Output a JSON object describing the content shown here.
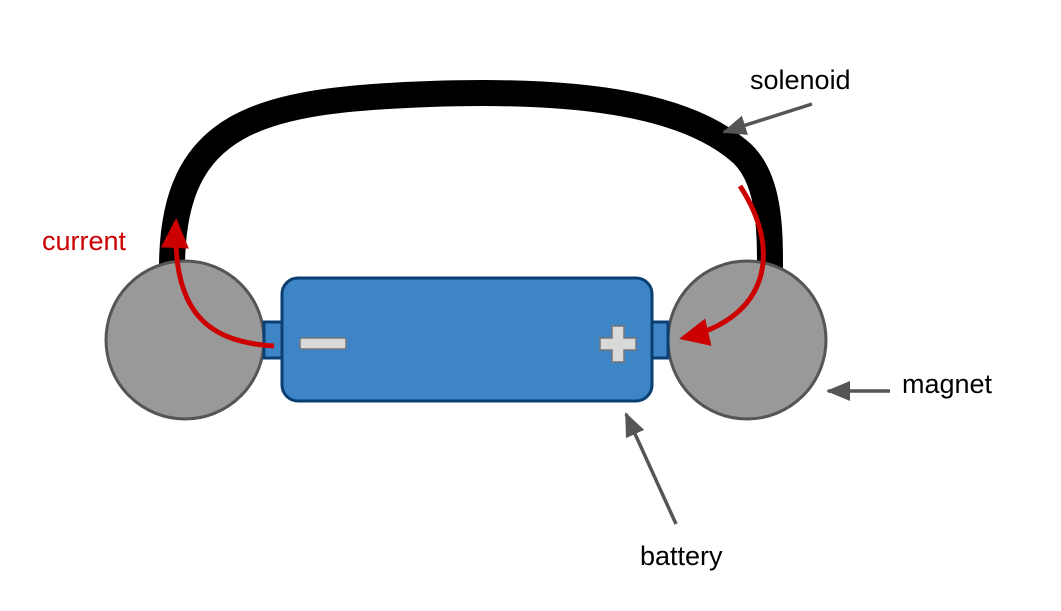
{
  "labels": {
    "solenoid": "solenoid",
    "magnet": "magnet",
    "battery": "battery",
    "current": "current"
  },
  "colors": {
    "wire": "#000000",
    "magnet_fill": "#999999",
    "battery_fill": "#3d85c6",
    "battery_stroke": "#0b3f73",
    "current_arrow": "#cc0000",
    "pointer_arrow": "#555555",
    "label_text": "#000000"
  },
  "battery": {
    "negative_symbol": "minus",
    "positive_symbol": "plus"
  }
}
